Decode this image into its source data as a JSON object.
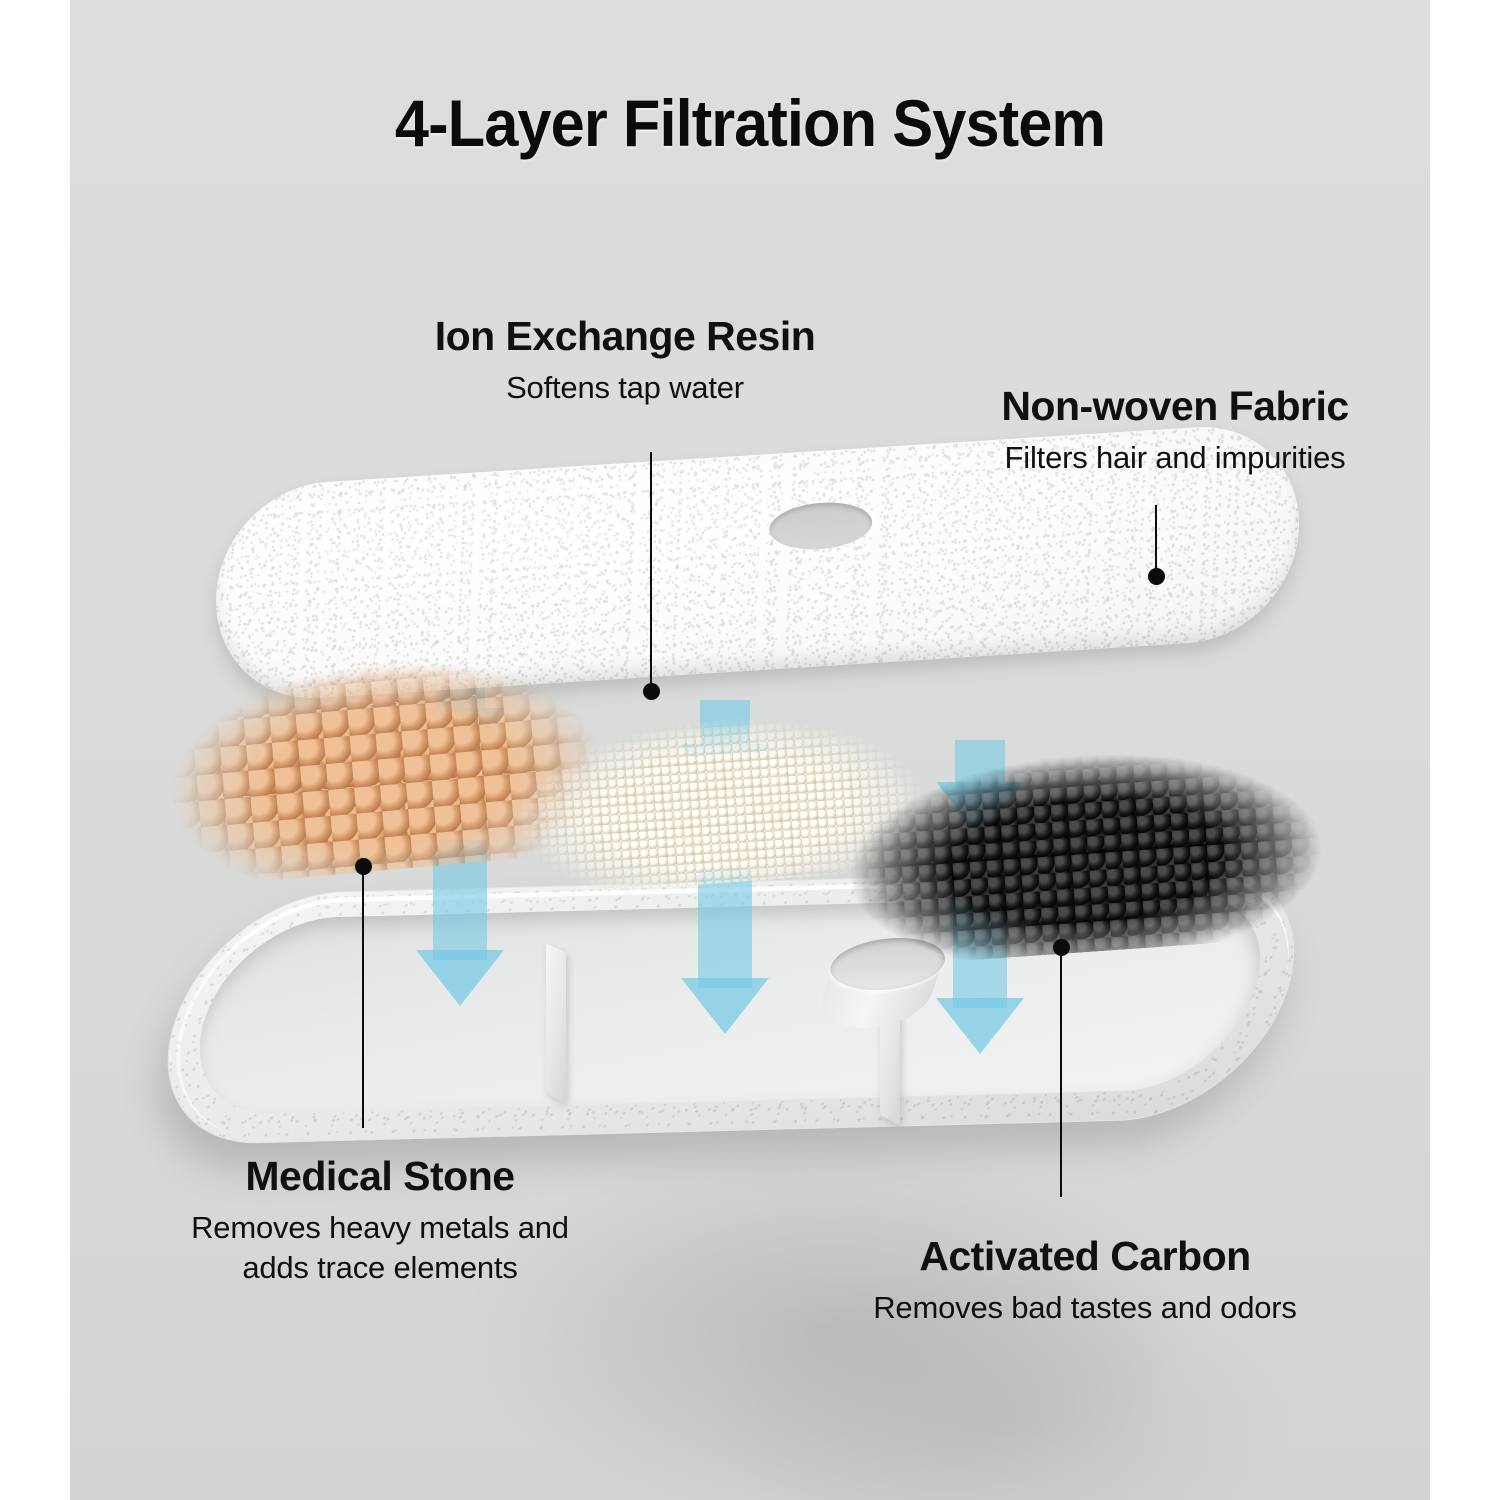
{
  "title": "4-Layer Filtration System",
  "background": {
    "panel_color": "#dadcdb",
    "page_margin_color": "#ffffff"
  },
  "accent_colors": {
    "arrow_blue": "#74c9e4",
    "text_black": "#101010",
    "medical_stone_tan": "#d89a69",
    "ion_resin_cream": "#e8e0cc",
    "activated_carbon_black": "#0e0e0e",
    "filter_pad_white": "#f7f8f8"
  },
  "layers": [
    {
      "id": "ion-exchange-resin",
      "head": "Ion Exchange Resin",
      "sub": "Softens tap water"
    },
    {
      "id": "non-woven-fabric",
      "head": "Non-woven Fabric",
      "sub": "Filters hair and impurities"
    },
    {
      "id": "medical-stone",
      "head": "Medical Stone",
      "sub_line1": "Removes heavy metals and",
      "sub_line2": "adds trace elements"
    },
    {
      "id": "activated-carbon",
      "head": "Activated Carbon",
      "sub": "Removes bad tastes and odors"
    }
  ],
  "parts": {
    "top_pad": "non-woven-fabric-pad",
    "tray": "filter-housing-tray",
    "piles": [
      "medical-stone-granules",
      "ion-exchange-resin-granules",
      "activated-carbon-granules"
    ],
    "arrows": [
      "water-flow-arrow-1",
      "water-flow-arrow-2",
      "water-flow-arrow-3"
    ]
  }
}
